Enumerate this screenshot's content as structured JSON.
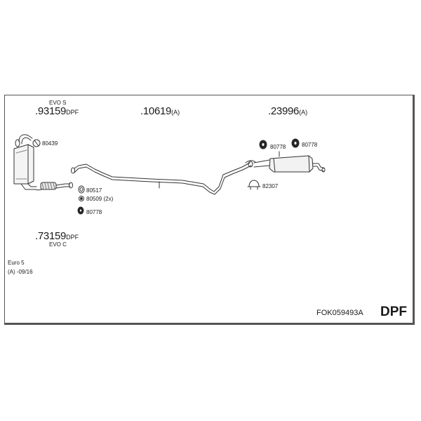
{
  "parts": {
    "p93159": {
      "top_label": "EVO S",
      "number": ".93159",
      "suffix": "DPF"
    },
    "p10619": {
      "number": ".10619",
      "suffix": "(A)"
    },
    "p23996": {
      "number": ".23996",
      "suffix": "(A)"
    },
    "p73159": {
      "number": ".73159",
      "suffix": "DPF",
      "bottom_label": "EVO C"
    }
  },
  "accessories": {
    "a80439": "80439",
    "a80517": "80517",
    "a80509": "80509 (2x)",
    "a80778_left": "80778",
    "a80778_r1": "80778",
    "a80778_r2": "80778",
    "a82307": "82307"
  },
  "notes": {
    "emission": "Euro 5",
    "validity": "(A) -09/16"
  },
  "footer": {
    "code": "FOK059493A",
    "type": "DPF"
  }
}
